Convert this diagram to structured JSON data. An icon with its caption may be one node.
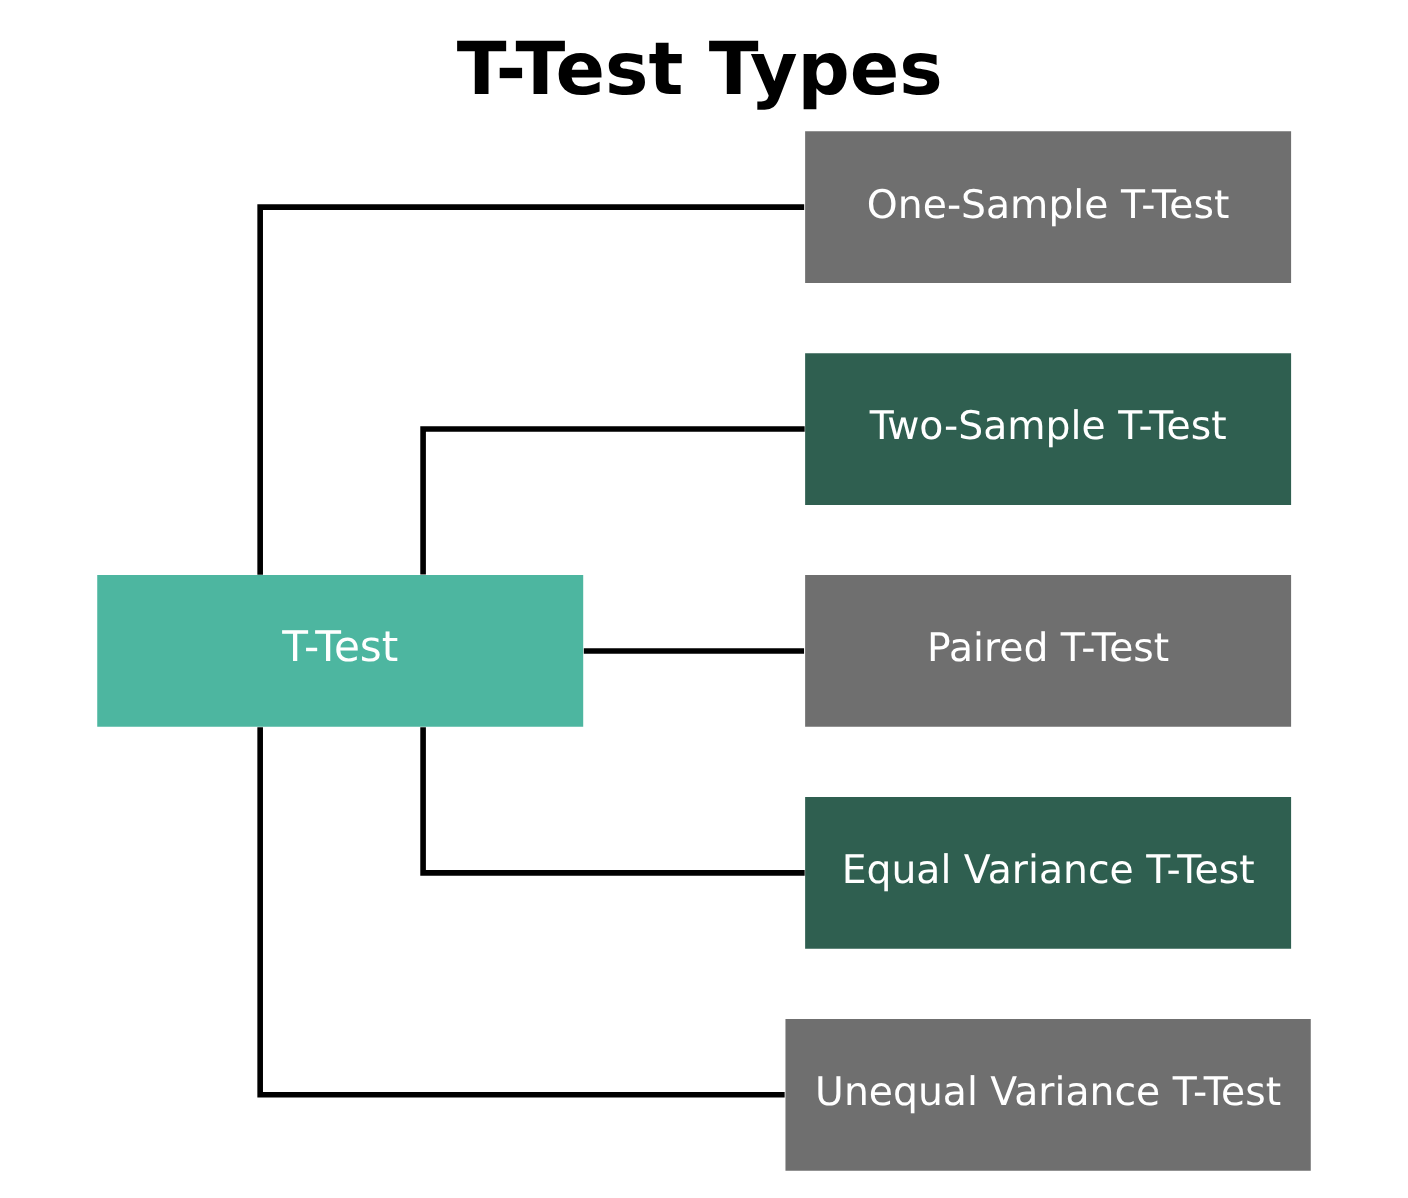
{
  "diagram": {
    "title": "T-Test Types",
    "nodes": [
      {
        "text": [
          "T-Test"
        ]
      },
      {
        "text": [
          "One-Sample T-Test"
        ]
      },
      {
        "text": [
          "Two-Sample T-Test"
        ]
      },
      {
        "text": [
          "Paired T-Test"
        ]
      },
      {
        "text": [
          "Equal Variance T-Test"
        ]
      },
      {
        "text": [
          "Unequal Variance T-Test"
        ]
      }
    ],
    "edges": [
      {
        "from": 0,
        "to": 1,
        "arrow": "none"
      },
      {
        "from": 0,
        "to": 2,
        "arrow": "none"
      },
      {
        "from": 0,
        "to": 3,
        "arrow": "none"
      },
      {
        "from": 0,
        "to": 4,
        "arrow": "none"
      },
      {
        "from": 0,
        "to": 5,
        "arrow": "none"
      }
    ]
  }
}
